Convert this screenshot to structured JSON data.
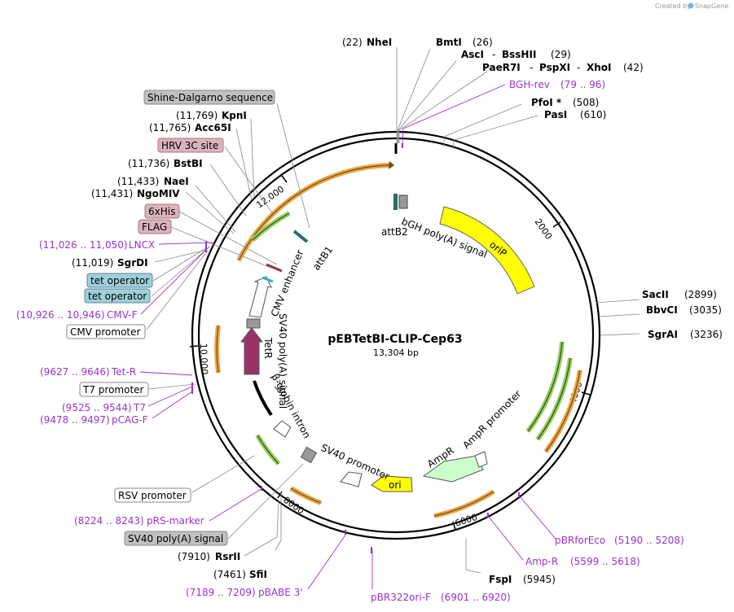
{
  "plasmid": {
    "name": "pEBTetBI-CLIP-Cep63",
    "length": "13,304 bp"
  },
  "credit": {
    "prefix": "Created by",
    "brand": "SnapGene"
  },
  "ticks": [
    "2000",
    "4000",
    "6000",
    "8000",
    "10,000",
    "12,000"
  ],
  "enzymes": [
    {
      "name": "NheI",
      "pos": "(22)"
    },
    {
      "name": "BmtI",
      "pos": "(26)"
    },
    {
      "name": "AscI",
      "pos": ""
    },
    {
      "name": "BssHII",
      "pos": "(29)"
    },
    {
      "name": "PaeR7I",
      "pos": ""
    },
    {
      "name": "PspXI",
      "pos": ""
    },
    {
      "name": "XhoI",
      "pos": "(42)"
    },
    {
      "name": "PfoI *",
      "pos": "(508)"
    },
    {
      "name": "PasI",
      "pos": "(610)"
    },
    {
      "name": "SacII",
      "pos": "(2899)"
    },
    {
      "name": "BbvCI",
      "pos": "(3035)"
    },
    {
      "name": "SgrAI",
      "pos": "(3236)"
    },
    {
      "name": "FspI",
      "pos": "(5945)"
    },
    {
      "name": "SfiI",
      "pos": "(7461)"
    },
    {
      "name": "RsrII",
      "pos": "(7910)"
    },
    {
      "name": "NgoMIV",
      "pos": "(11,431)"
    },
    {
      "name": "NaeI",
      "pos": "(11,433)"
    },
    {
      "name": "BstBI",
      "pos": "(11,736)"
    },
    {
      "name": "Acc65I",
      "pos": "(11,765)"
    },
    {
      "name": "KpnI",
      "pos": "(11,769)"
    },
    {
      "name": "SgrDI",
      "pos": "(11,019)"
    }
  ],
  "dashes": [
    "-",
    "-",
    "-"
  ],
  "primers": [
    {
      "name": "BGH-rev",
      "range": "(79 .. 96)"
    },
    {
      "name": "pBRforEco",
      "range": "(5190 .. 5208)"
    },
    {
      "name": "Amp-R",
      "range": "(5599 .. 5618)"
    },
    {
      "name": "pBR322ori-F",
      "range": "(6901 .. 6920)"
    },
    {
      "name": "pBABE 3'",
      "range": "(7189 .. 7209)"
    },
    {
      "name": "pRS-marker",
      "range": "(8224 .. 8243)"
    },
    {
      "name": "pCAG-F",
      "range": "(9478 .. 9497)"
    },
    {
      "name": "T7",
      "range": "(9525 .. 9544)"
    },
    {
      "name": "Tet-R",
      "range": "(9627 .. 9646)"
    },
    {
      "name": "CMV-F",
      "range": "(10,926 .. 10,946)"
    },
    {
      "name": "LNCX",
      "range": "(11,026 .. 11,050)"
    }
  ],
  "boxed_features": [
    {
      "name": "Shine-Dalgarno sequence",
      "fill": "#c0c0c0"
    },
    {
      "name": "HRV 3C site",
      "fill": "#d9b3bf"
    },
    {
      "name": "6xHis",
      "fill": "#d9b3bf"
    },
    {
      "name": "FLAG",
      "fill": "#d9b3bf"
    },
    {
      "name": "tet operator",
      "fill": "#9fcfdb"
    },
    {
      "name": "tet operator",
      "fill": "#9fcfdb"
    },
    {
      "name": "CMV promoter",
      "fill": "#ffffff"
    },
    {
      "name": "T7 promoter",
      "fill": "#ffffff"
    },
    {
      "name": "RSV promoter",
      "fill": "#ffffff"
    },
    {
      "name": "SV40 poly(A) signal",
      "fill": "#c0c0c0"
    }
  ],
  "inner_features": [
    "bGH poly(A) signal",
    "attB2",
    "oriP",
    "AmpR promoter",
    "AmpR",
    "ori",
    "SV40 promoter",
    "β-globin intron",
    "TetR",
    "SV40 poly(A) signal",
    "CMV enhancer",
    "attB1"
  ],
  "colors": {
    "primer": "#9933cc",
    "oriP": "#ffff00",
    "ampR": "#ccffcc",
    "tetR": "#993366",
    "orf_orange": "#f0c070",
    "orf_green": "#99cc66"
  }
}
